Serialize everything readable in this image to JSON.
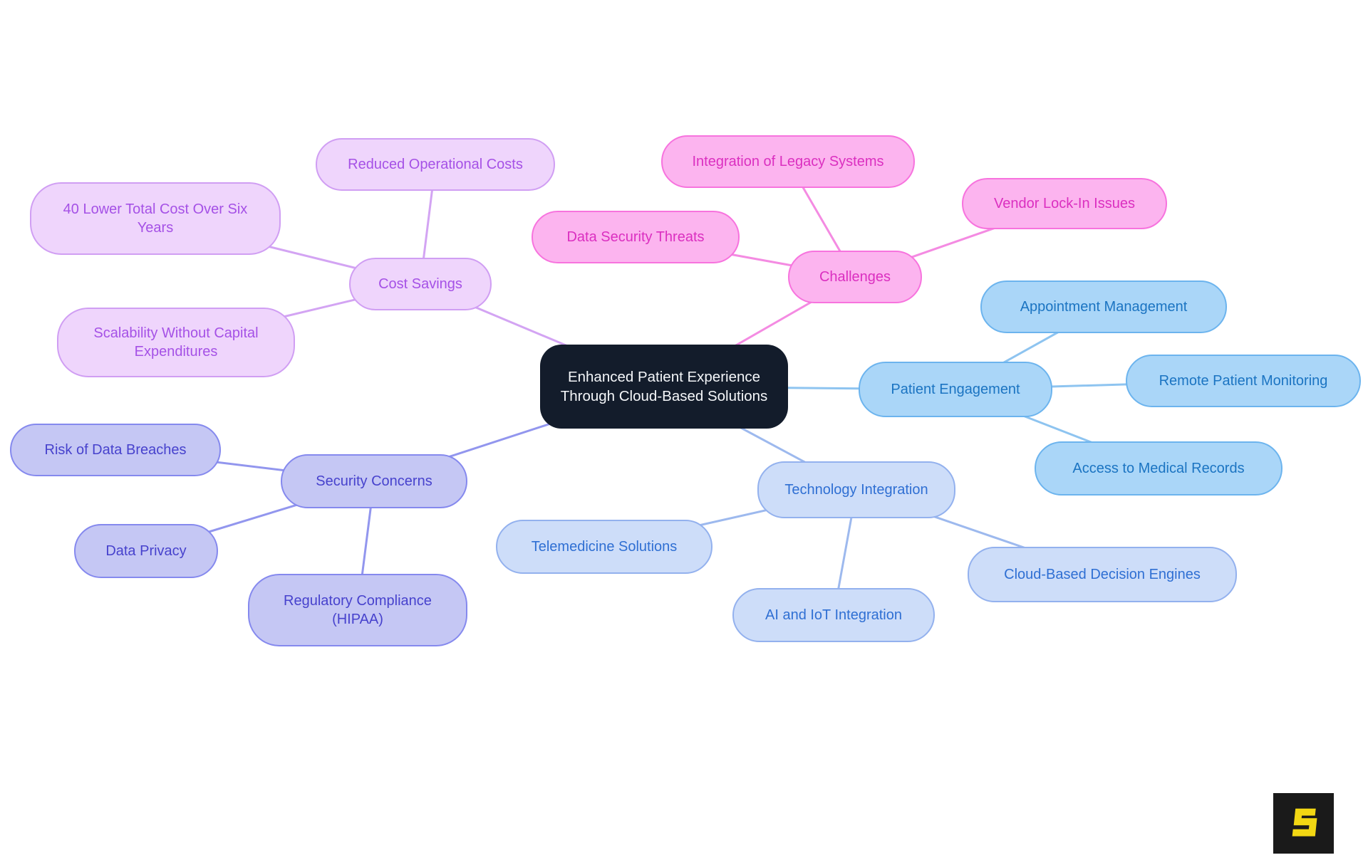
{
  "central_node": {
    "label": "Enhanced Patient Experience Through Cloud-Based Solutions",
    "bg_color": "#131c2b",
    "text_color": "#f4f6f9"
  },
  "branches": {
    "cost_savings": {
      "label": "Cost Savings",
      "fill": "#efd5fc",
      "border": "#d09ef3",
      "text_color": "#a551e6",
      "edge_color": "#d3a4f3",
      "children": {
        "reduced": "Reduced Operational Costs",
        "forty_lower": "40 Lower Total Cost Over Six Years",
        "scalability": "Scalability Without Capital Expenditures"
      }
    },
    "challenges": {
      "label": "Challenges",
      "fill": "#fcb4ef",
      "border": "#f773de",
      "text_color": "#db2fc0",
      "edge_color": "#f48be2",
      "children": {
        "legacy": "Integration of Legacy Systems",
        "data_security": "Data Security Threats",
        "vendor": "Vendor Lock-In Issues"
      }
    },
    "patient_engagement": {
      "label": "Patient Engagement",
      "fill": "#aad6f8",
      "border": "#6cb4ee",
      "text_color": "#1b74c2",
      "edge_color": "#8ec4f0",
      "children": {
        "appointment": "Appointment Management",
        "remote": "Remote Patient Monitoring",
        "records": "Access to Medical Records"
      }
    },
    "technology_integration": {
      "label": "Technology Integration",
      "fill": "#cdddf9",
      "border": "#93b1ee",
      "text_color": "#2f6fd3",
      "edge_color": "#9db9ee",
      "children": {
        "telemedicine": "Telemedicine Solutions",
        "ai_iot": "AI and IoT Integration",
        "decision_engines": "Cloud-Based Decision Engines"
      }
    },
    "security_concerns": {
      "label": "Security Concerns",
      "fill": "#c5c7f4",
      "border": "#8589ee",
      "text_color": "#4742cd",
      "edge_color": "#9296ee",
      "children": {
        "breaches": "Risk of Data Breaches",
        "privacy": "Data Privacy",
        "hipaa": "Regulatory Compliance (HIPAA)"
      }
    }
  },
  "logo": {
    "bg_color": "#1a1a1a",
    "glyph_color": "#f2d713",
    "glyph": "S"
  }
}
